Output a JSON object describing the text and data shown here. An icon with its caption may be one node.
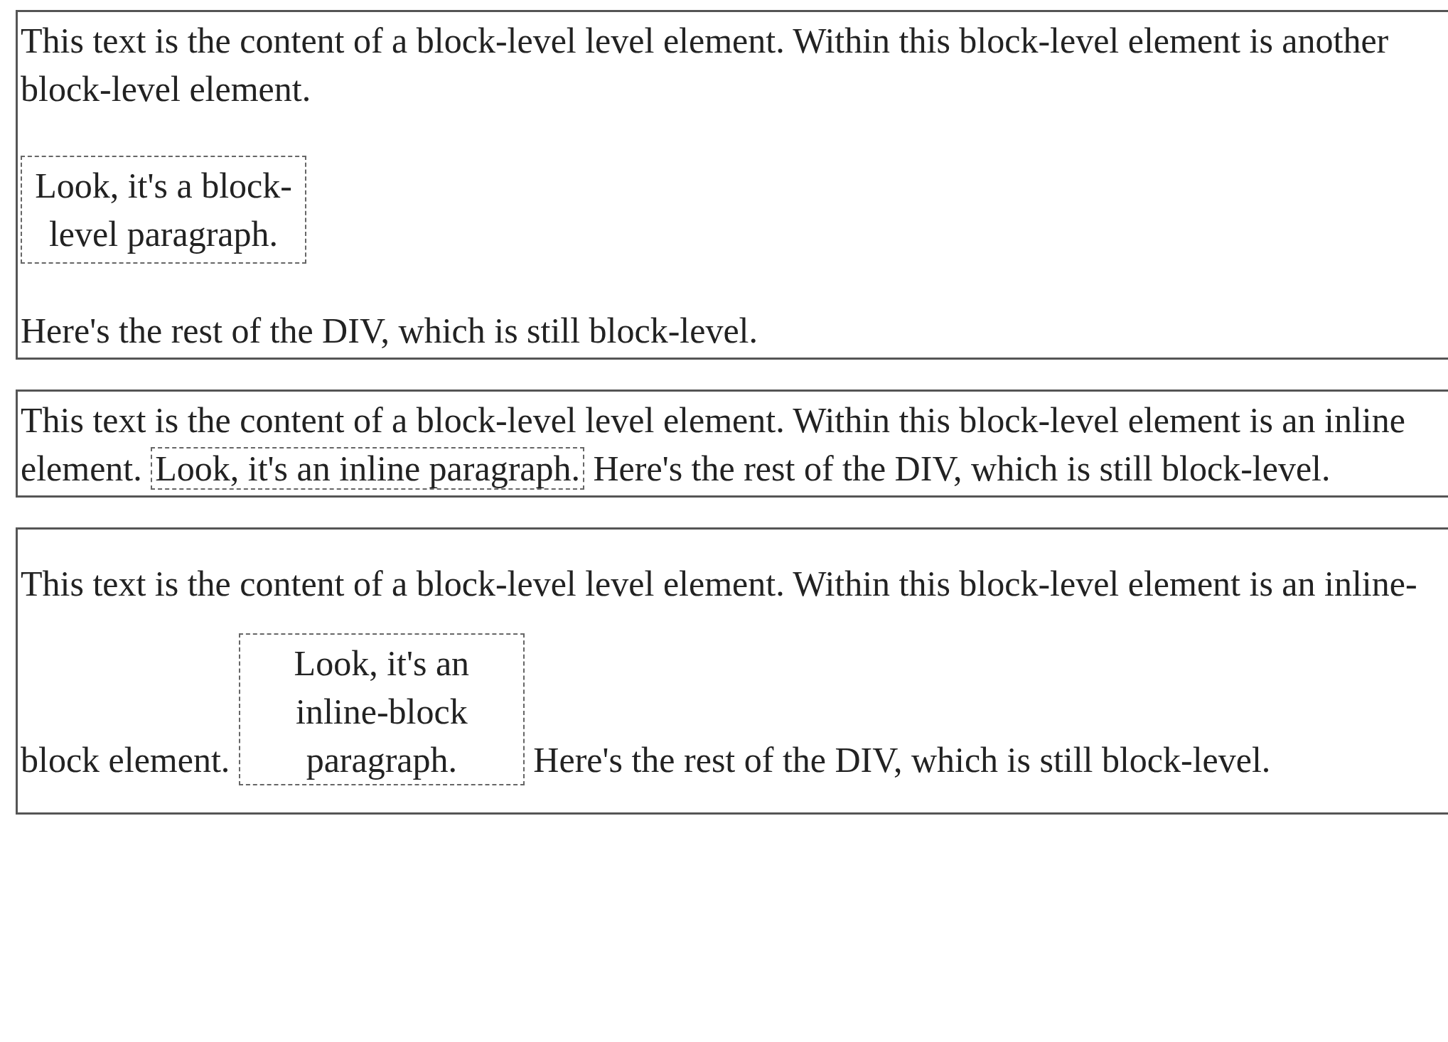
{
  "diagram": {
    "nodes": [
      {
        "text": [
          "This text is the content of a block-level level element. Within this block-level element is another block-level element.",
          "Here's the rest of the DIV, which is still block-level."
        ]
      },
      {
        "text": [
          "Look, it's a block-level paragraph."
        ],
        "in": 0
      },
      {
        "text": [
          "This text is the content of a block-level level element. Within this block-level element is an inline element.",
          "Here's the rest of the DIV, which is still block-level."
        ]
      },
      {
        "text": [
          "Look, it's an inline paragraph."
        ],
        "in": 2
      },
      {
        "text": [
          "This text is the content of a block-level level element. Within this block-level element is an inline-block element.",
          "Here's the rest of the DIV, which is still block-level."
        ]
      },
      {
        "text": [
          "Look, it's an inline-block paragraph."
        ],
        "in": 4
      }
    ]
  }
}
